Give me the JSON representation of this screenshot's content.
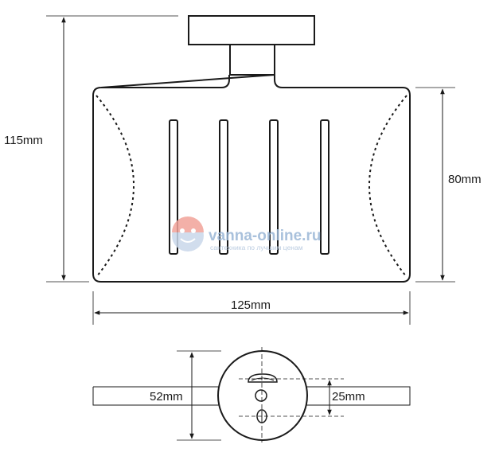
{
  "dimensions": {
    "total_height": "115mm",
    "dish_height": "80mm",
    "dish_width": "125mm",
    "flange_diameter": "52mm",
    "hole_spacing": "25mm"
  },
  "watermark": {
    "brand": "vanna-online.ru",
    "tagline": "сантехника по лучшим ценам"
  },
  "colors": {
    "line": "#1a1a1a",
    "watermark_blue": "#9bb7d6",
    "watermark_red": "#e8564a"
  }
}
